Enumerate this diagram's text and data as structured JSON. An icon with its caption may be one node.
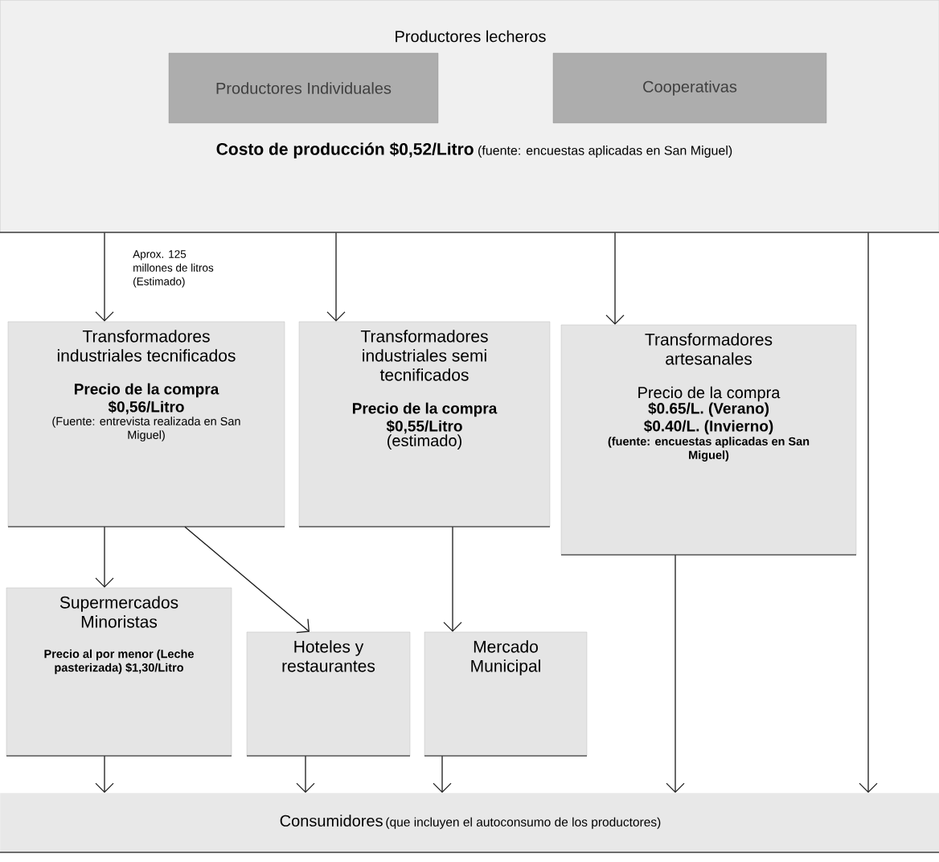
{
  "diagram": {
    "nodes": [
      {
        "text": [
          "Productores lecheros",
          "**Costo de producción $0,52/Litro** (fuente: encuestas aplicadas en San Miguel)"
        ]
      },
      {
        "text": [
          "Productores Individuales"
        ],
        "in": 0
      },
      {
        "text": [
          "Cooperativas"
        ],
        "in": 0
      },
      {
        "text": [
          "Transformadores industriales tecnificados",
          "Precio de la compra $0,56/Litro",
          "(Fuente: entrevista realizada en San Miguel)"
        ]
      },
      {
        "text": [
          "Transformadores industriales semi tecnificados",
          "Precio de la compra $0,55/Litro",
          "(estimado)"
        ]
      },
      {
        "text": [
          "Transformadores artesanales",
          "Precio de la compra",
          "$0.65/L. (Verano) $0.40/L. (Invierno)",
          "(fuente: encuestas aplicadas en San Miguel)"
        ]
      },
      {
        "text": [
          "Supermercados Minoristas",
          "Precio al por menor (Leche pasterizada) $1,30/Litro"
        ]
      },
      {
        "text": [
          "Hoteles y restaurantes"
        ]
      },
      {
        "text": [
          "Mercado Municipal"
        ]
      },
      {
        "text": [
          "Consumidores",
          "(que incluyen el autoconsumo de los productores)"
        ]
      }
    ],
    "edges": [
      {
        "from": 0,
        "to": 3,
        "arrow": "to",
        "label": "Aprox. 125 millones de litros (Estimado)"
      },
      {
        "from": 0,
        "to": 4,
        "arrow": "to"
      },
      {
        "from": 0,
        "to": 5,
        "arrow": "to"
      },
      {
        "from": 0,
        "to": 9,
        "arrow": "to"
      },
      {
        "from": 3,
        "to": 6,
        "arrow": "to"
      },
      {
        "from": 3,
        "to": 7,
        "arrow": "to"
      },
      {
        "from": 4,
        "to": 8,
        "arrow": "to"
      },
      {
        "from": 5,
        "to": 9,
        "arrow": "to"
      },
      {
        "from": 6,
        "to": 9,
        "arrow": "to"
      },
      {
        "from": 7,
        "to": 9,
        "arrow": "to"
      },
      {
        "from": 8,
        "to": 9,
        "arrow": "to"
      }
    ]
  }
}
